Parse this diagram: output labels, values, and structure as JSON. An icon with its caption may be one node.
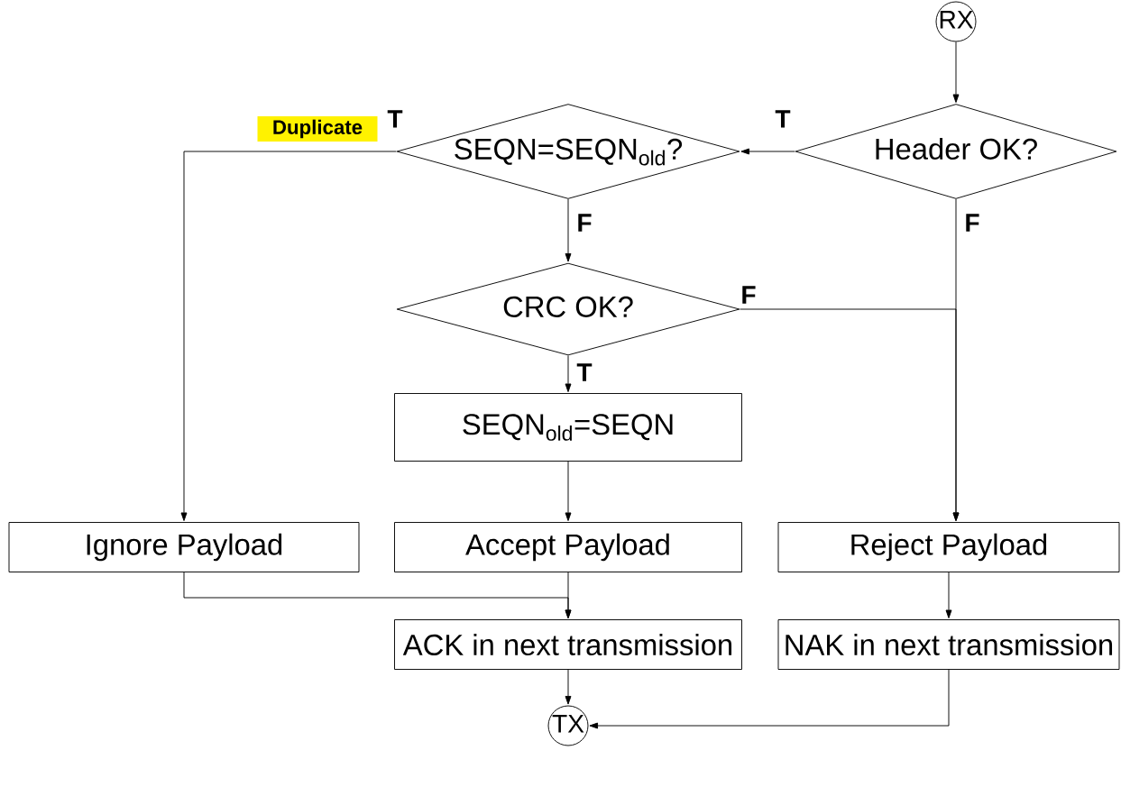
{
  "diagram": {
    "nodes": [
      {
        "text": [
          "RX"
        ]
      },
      {
        "text": [
          "Header OK?"
        ]
      },
      {
        "text": [
          "SEQN=SEQN$_{old}$?"
        ]
      },
      {
        "text": [
          "CRC OK?"
        ]
      },
      {
        "text": [
          "SEQN$_{old}$=SEQN"
        ]
      },
      {
        "text": [
          "Ignore Payload"
        ]
      },
      {
        "text": [
          "Accept Payload"
        ]
      },
      {
        "text": [
          "Reject Payload"
        ]
      },
      {
        "text": [
          "ACK in next transmission"
        ]
      },
      {
        "text": [
          "NAK in next transmission"
        ]
      },
      {
        "text": [
          "TX"
        ]
      }
    ],
    "edges": [
      {
        "from": 0,
        "to": 1,
        "arrow": "to"
      },
      {
        "from": 1,
        "to": 2,
        "arrow": "to",
        "label": "T"
      },
      {
        "from": 2,
        "to": 5,
        "arrow": "to",
        "label": "T"
      },
      {
        "from": 2,
        "to": 3,
        "arrow": "to",
        "label": "F"
      },
      {
        "from": 1,
        "to": 7,
        "arrow": "to",
        "label": "F"
      },
      {
        "from": 3,
        "to": 7,
        "arrow": "to",
        "label": "F"
      },
      {
        "from": 3,
        "to": 4,
        "arrow": "to",
        "label": "T"
      },
      {
        "from": 4,
        "to": 6,
        "arrow": "to"
      },
      {
        "from": 5,
        "to": 8,
        "arrow": "to"
      },
      {
        "from": 6,
        "to": 8,
        "arrow": "to"
      },
      {
        "from": 7,
        "to": 9,
        "arrow": "to"
      },
      {
        "from": 8,
        "to": 10,
        "arrow": "to"
      },
      {
        "from": 9,
        "to": 10,
        "arrow": "to"
      }
    ],
    "labels": [
      "Duplicate"
    ]
  }
}
